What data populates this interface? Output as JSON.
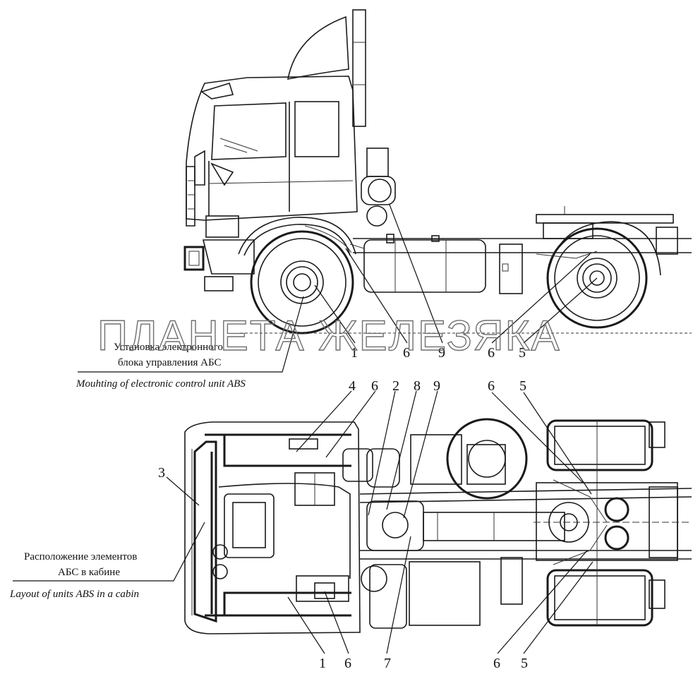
{
  "watermark": "ПЛАНЕТА ЖЕЛЕЗЯКА",
  "captions": {
    "mounting_ru_line1": "Установка электронного",
    "mounting_ru_line2": "блока управления АБС",
    "mounting_en": "Mouhting of electronic control unit ABS",
    "layout_ru_line1": "Расположение элементов",
    "layout_ru_line2": "АБС в кабине",
    "layout_en": "Layout of units ABS in a cabin"
  },
  "side_view_callouts": [
    "1",
    "6",
    "9",
    "6",
    "5"
  ],
  "top_view_callouts_top": [
    "4",
    "6",
    "2",
    "8",
    "9",
    "6",
    "5"
  ],
  "top_view_callouts_left": [
    "3"
  ],
  "top_view_callouts_bottom": [
    "1",
    "6",
    "7",
    "6",
    "5"
  ]
}
